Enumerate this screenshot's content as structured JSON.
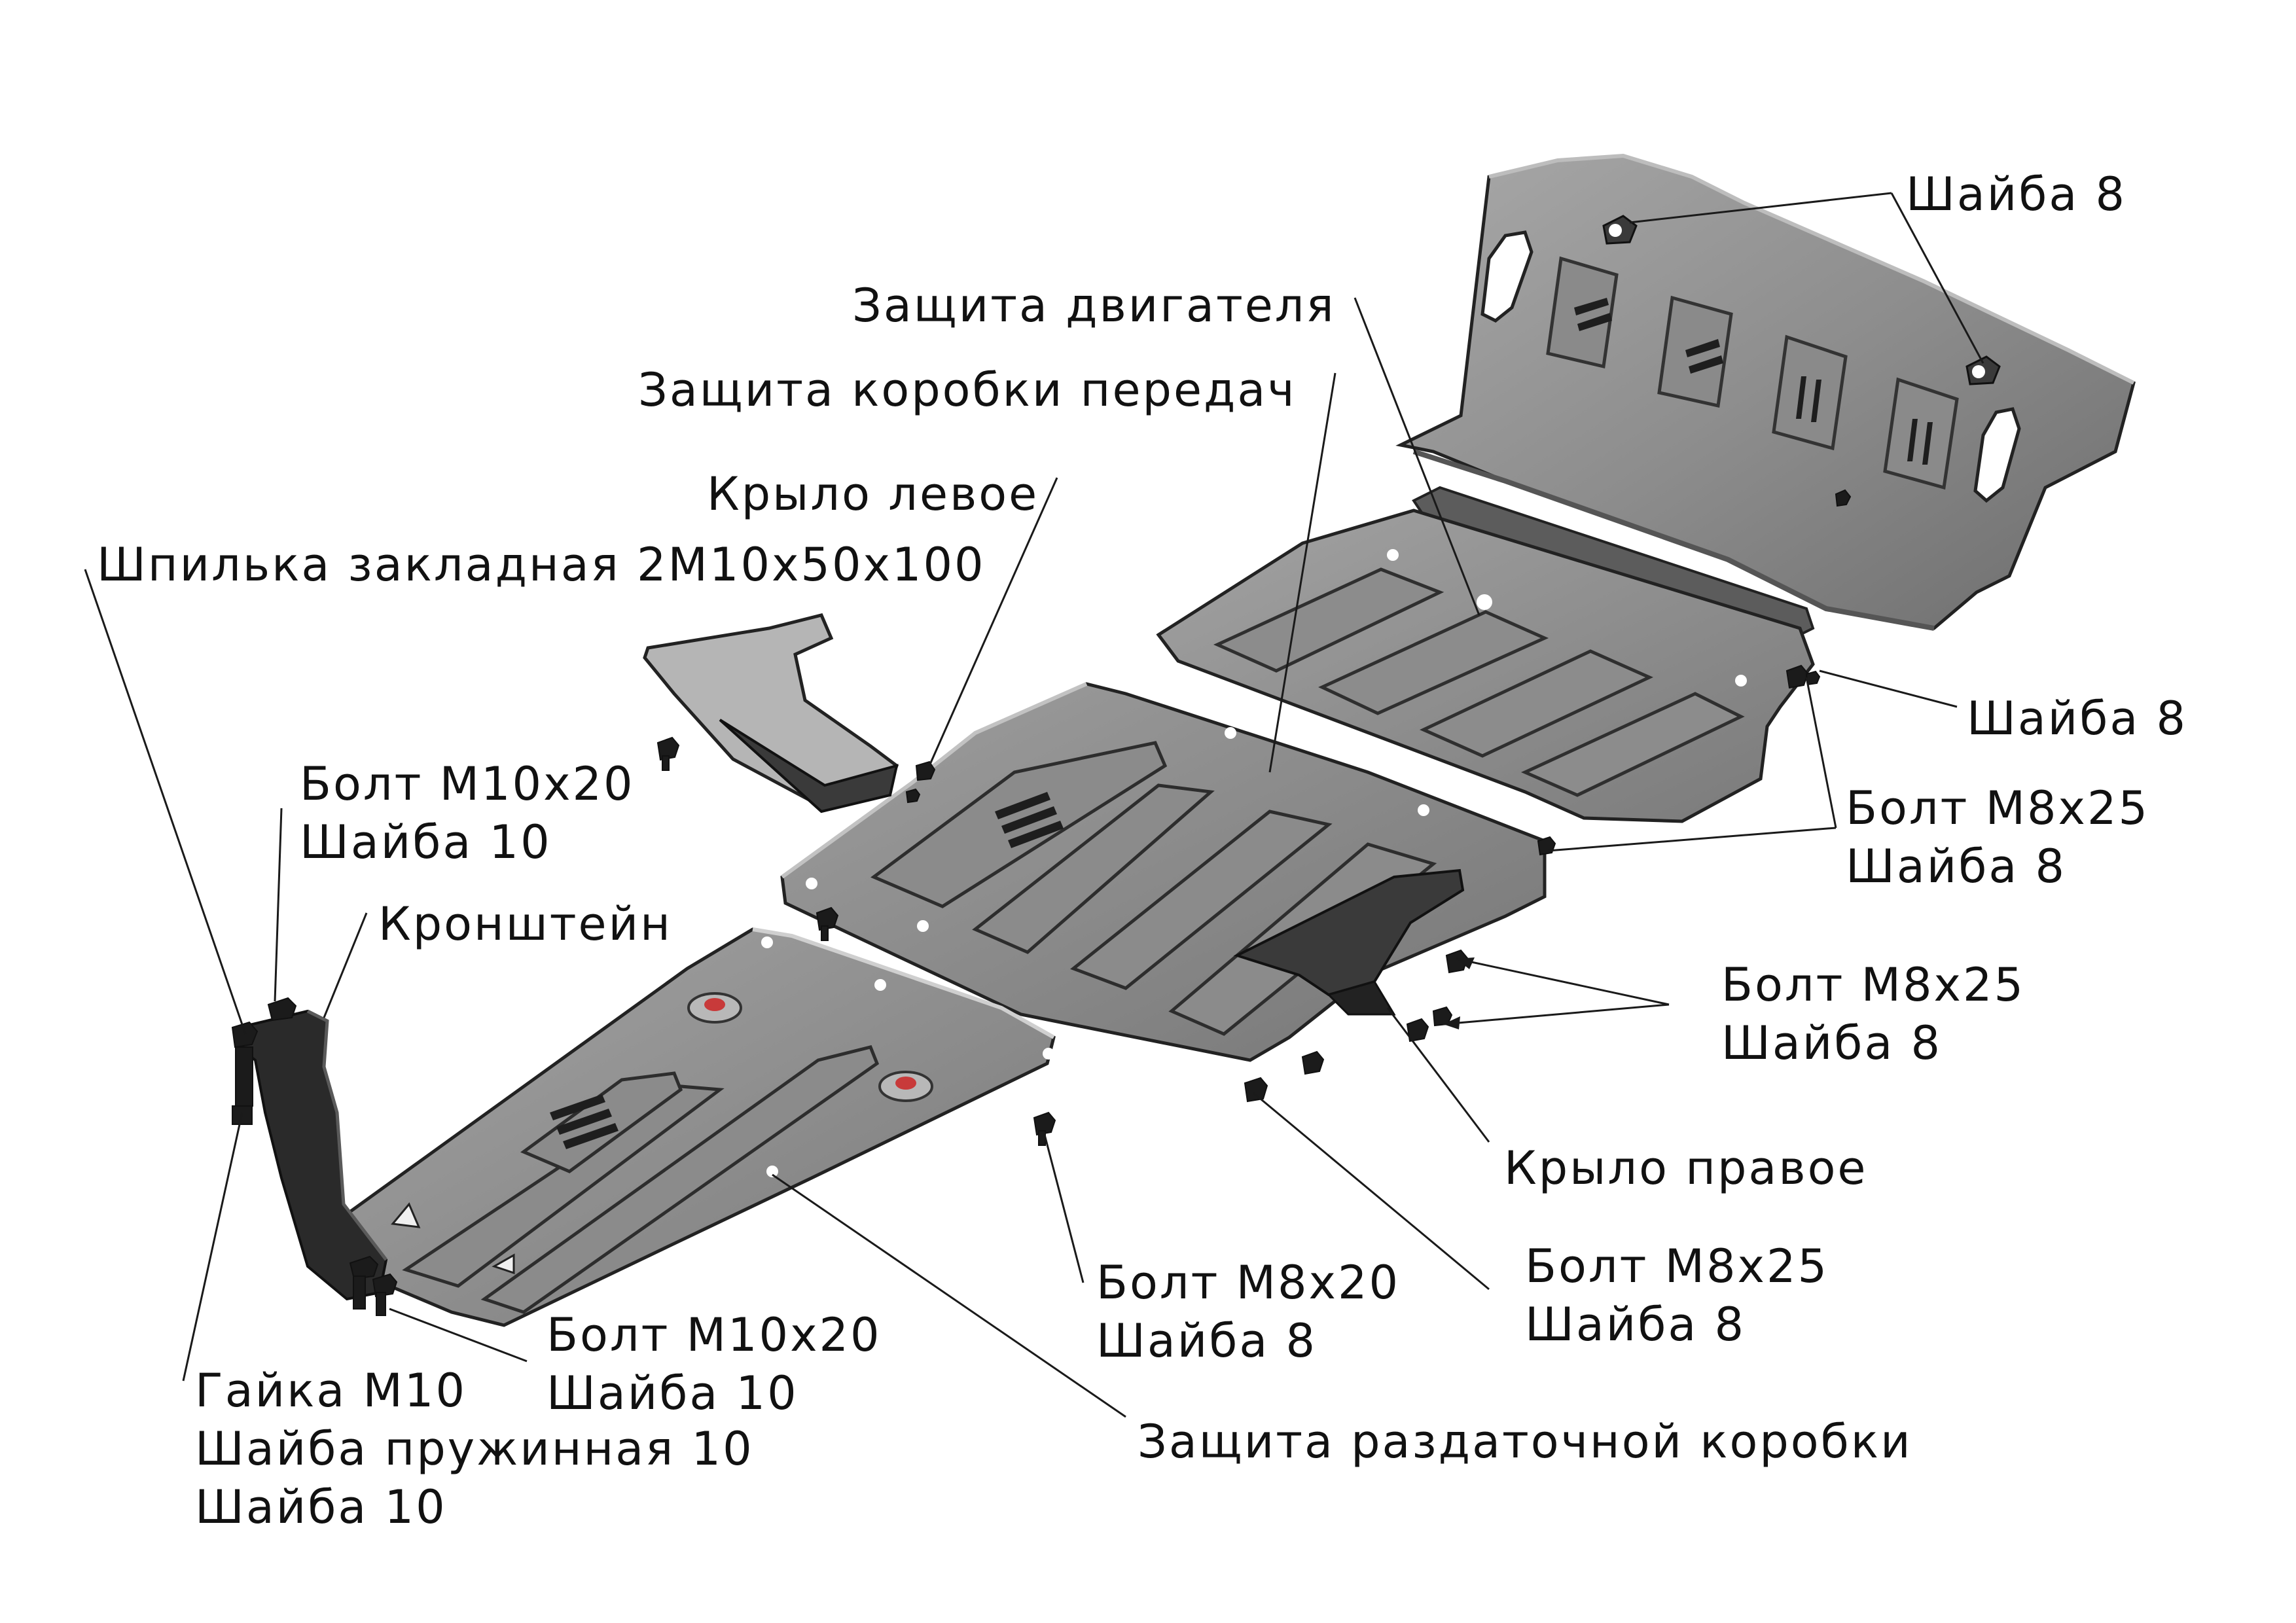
{
  "labels": {
    "washer8_top": "Шайба 8",
    "engine_guard": "Защита двигателя",
    "gearbox_guard": "Защита коробки передач",
    "left_fender": "Крыло левое",
    "stud": "Шпилька закладная 2М10х50х100",
    "washer8_right": "Шайба 8",
    "bolt_m10_upper": {
      "line1": "Болт М10х20",
      "line2": "Шайба 10"
    },
    "bracket": "Кронштейн",
    "bolt_m8x25_a": {
      "line1": "Болт М8х25",
      "line2": "Шайба 8"
    },
    "bolt_m8x25_b": {
      "line1": "Болт М8х25",
      "line2": "Шайба 8"
    },
    "right_fender": "Крыло правое",
    "bolt_m8x20": {
      "line1": "Болт М8х20",
      "line2": "Шайба 8"
    },
    "bolt_m8x25_c": {
      "line1": "Болт М8х25",
      "line2": "Шайба 8"
    },
    "bolt_m10_lower": {
      "line1": "Болт М10х20",
      "line2": "Шайба 10"
    },
    "nut_group": {
      "line1": "Гайка М10",
      "line2": "Шайба пружинная 10",
      "line3": "Шайба 10"
    },
    "transfer_case_guard": "Защита раздаточной коробки"
  },
  "colors": {
    "metal_light": "#9a9a9a",
    "metal_mid": "#7e7e7e",
    "metal_dark": "#4a4a4a",
    "metal_black": "#1a1a1a",
    "outline": "#222222",
    "drain_plug": "#c83a3a"
  }
}
